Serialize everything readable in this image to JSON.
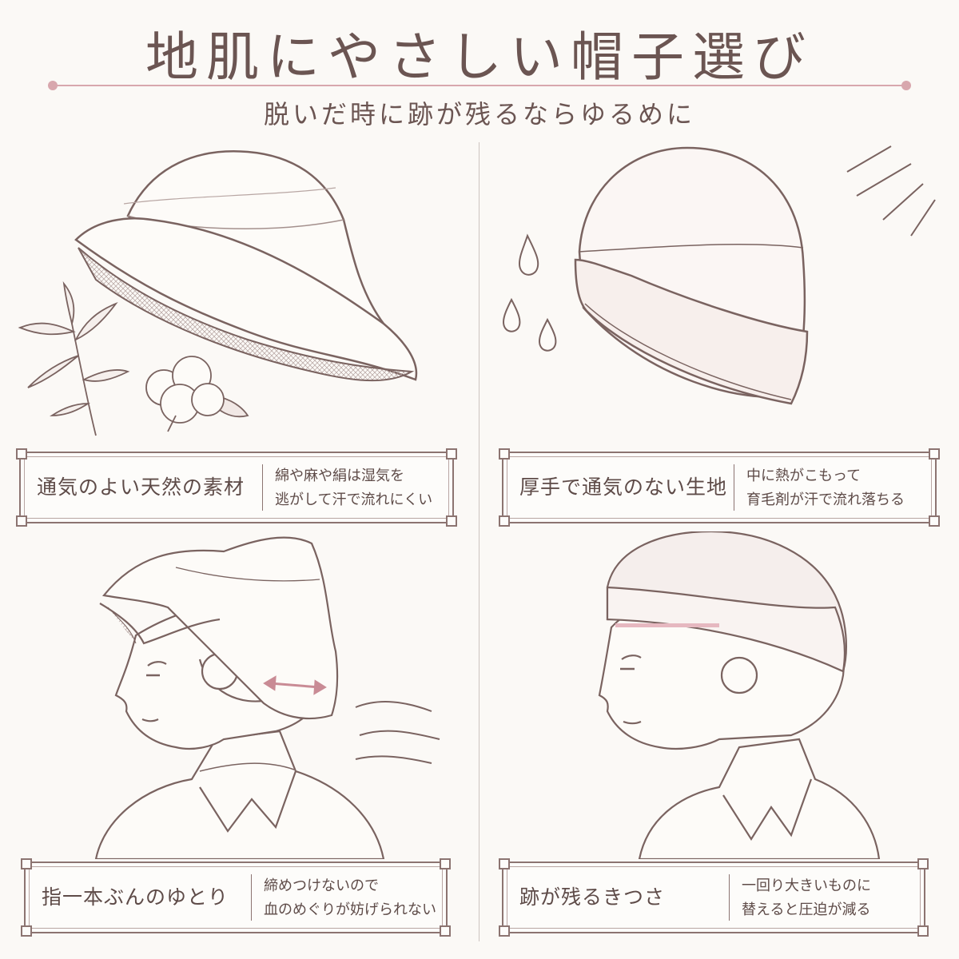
{
  "title": "地肌にやさしい帽子選び",
  "subtitle": "脱いだ時に跡が残るならゆるめに",
  "colors": {
    "accent": "#d8a7ad",
    "ink": "#6b5552",
    "line": "#8c7471"
  },
  "panels": [
    {
      "main": "通気のよい天然の素材",
      "desc1": "綿や麻や絹は湿気を",
      "desc2": "逃がして汗で流れにくい"
    },
    {
      "main": "厚手で通気のない生地",
      "desc1": "中に熱がこもって",
      "desc2": "育毛剤が汗で流れ落ちる"
    },
    {
      "main": "指一本ぶんのゆとり",
      "desc1": "締めつけないので",
      "desc2": "血のめぐりが妨げられない"
    },
    {
      "main": "跡が残るきつさ",
      "desc1": "一回り大きいものに",
      "desc2": "替えると圧迫が減る"
    }
  ],
  "icons": [
    "bucket-hat-icon",
    "bamboo-leaf-icon",
    "cotton-boll-icon",
    "beanie-icon",
    "sweat-drop-icon",
    "heat-lines-icon",
    "woman-bucket-hat-icon",
    "airflow-icon",
    "woman-beanie-icon"
  ]
}
